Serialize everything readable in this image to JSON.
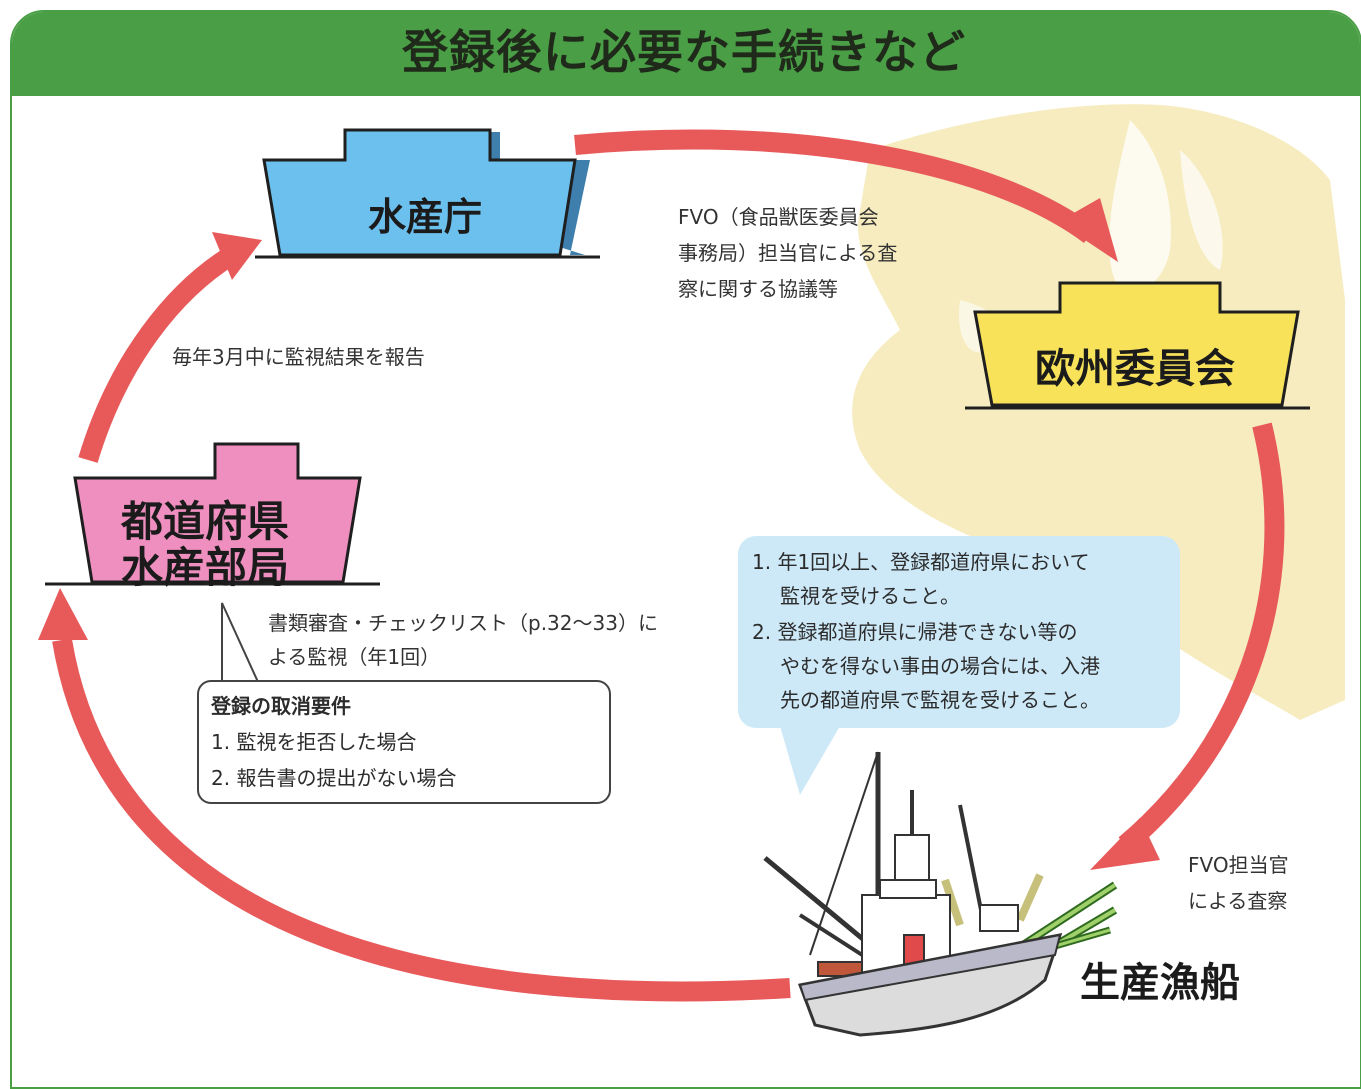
{
  "title": "登録後に必要な手続きなど",
  "nodes": {
    "fisheries_agency": "水産庁",
    "european_commission": "欧州委員会",
    "prefecture_line1": "都道府県",
    "prefecture_line2": "水産部局",
    "vessel": "生産漁船"
  },
  "edges": {
    "agency_to_ec": [
      "FVO（食品獣医委員会",
      "事務局）担当官による査",
      "察に関する協議等"
    ],
    "prefecture_to_agency": "毎年3月中に監視結果を報告",
    "ec_to_vessel": [
      "FVO担当官",
      "による査察"
    ],
    "vessel_to_prefecture": [
      "書類審査・チェックリスト（p.32〜33）に",
      "よる監視（年1回）"
    ]
  },
  "cancellation_box": {
    "heading": "登録の取消要件",
    "items": [
      "1. 監視を拒否した場合",
      "2. 報告書の提出がない場合"
    ]
  },
  "requirements_box": {
    "items": [
      [
        "1. 年1回以上、登録都道府県において",
        "監視を受けること。"
      ],
      [
        "2. 登録都道府県に帰港できない等の",
        "やむを得ない事由の場合には、入港",
        "先の都道府県で監視を受けること。"
      ]
    ]
  },
  "colors": {
    "header": "#4a9e46",
    "arrow": "#e85a5a",
    "agency_box": "#6cc0ee",
    "ec_box": "#f7e25a",
    "prefecture_box": "#ef8fc0",
    "bubble": "#cde9f8",
    "map": "#f6ecbf"
  }
}
